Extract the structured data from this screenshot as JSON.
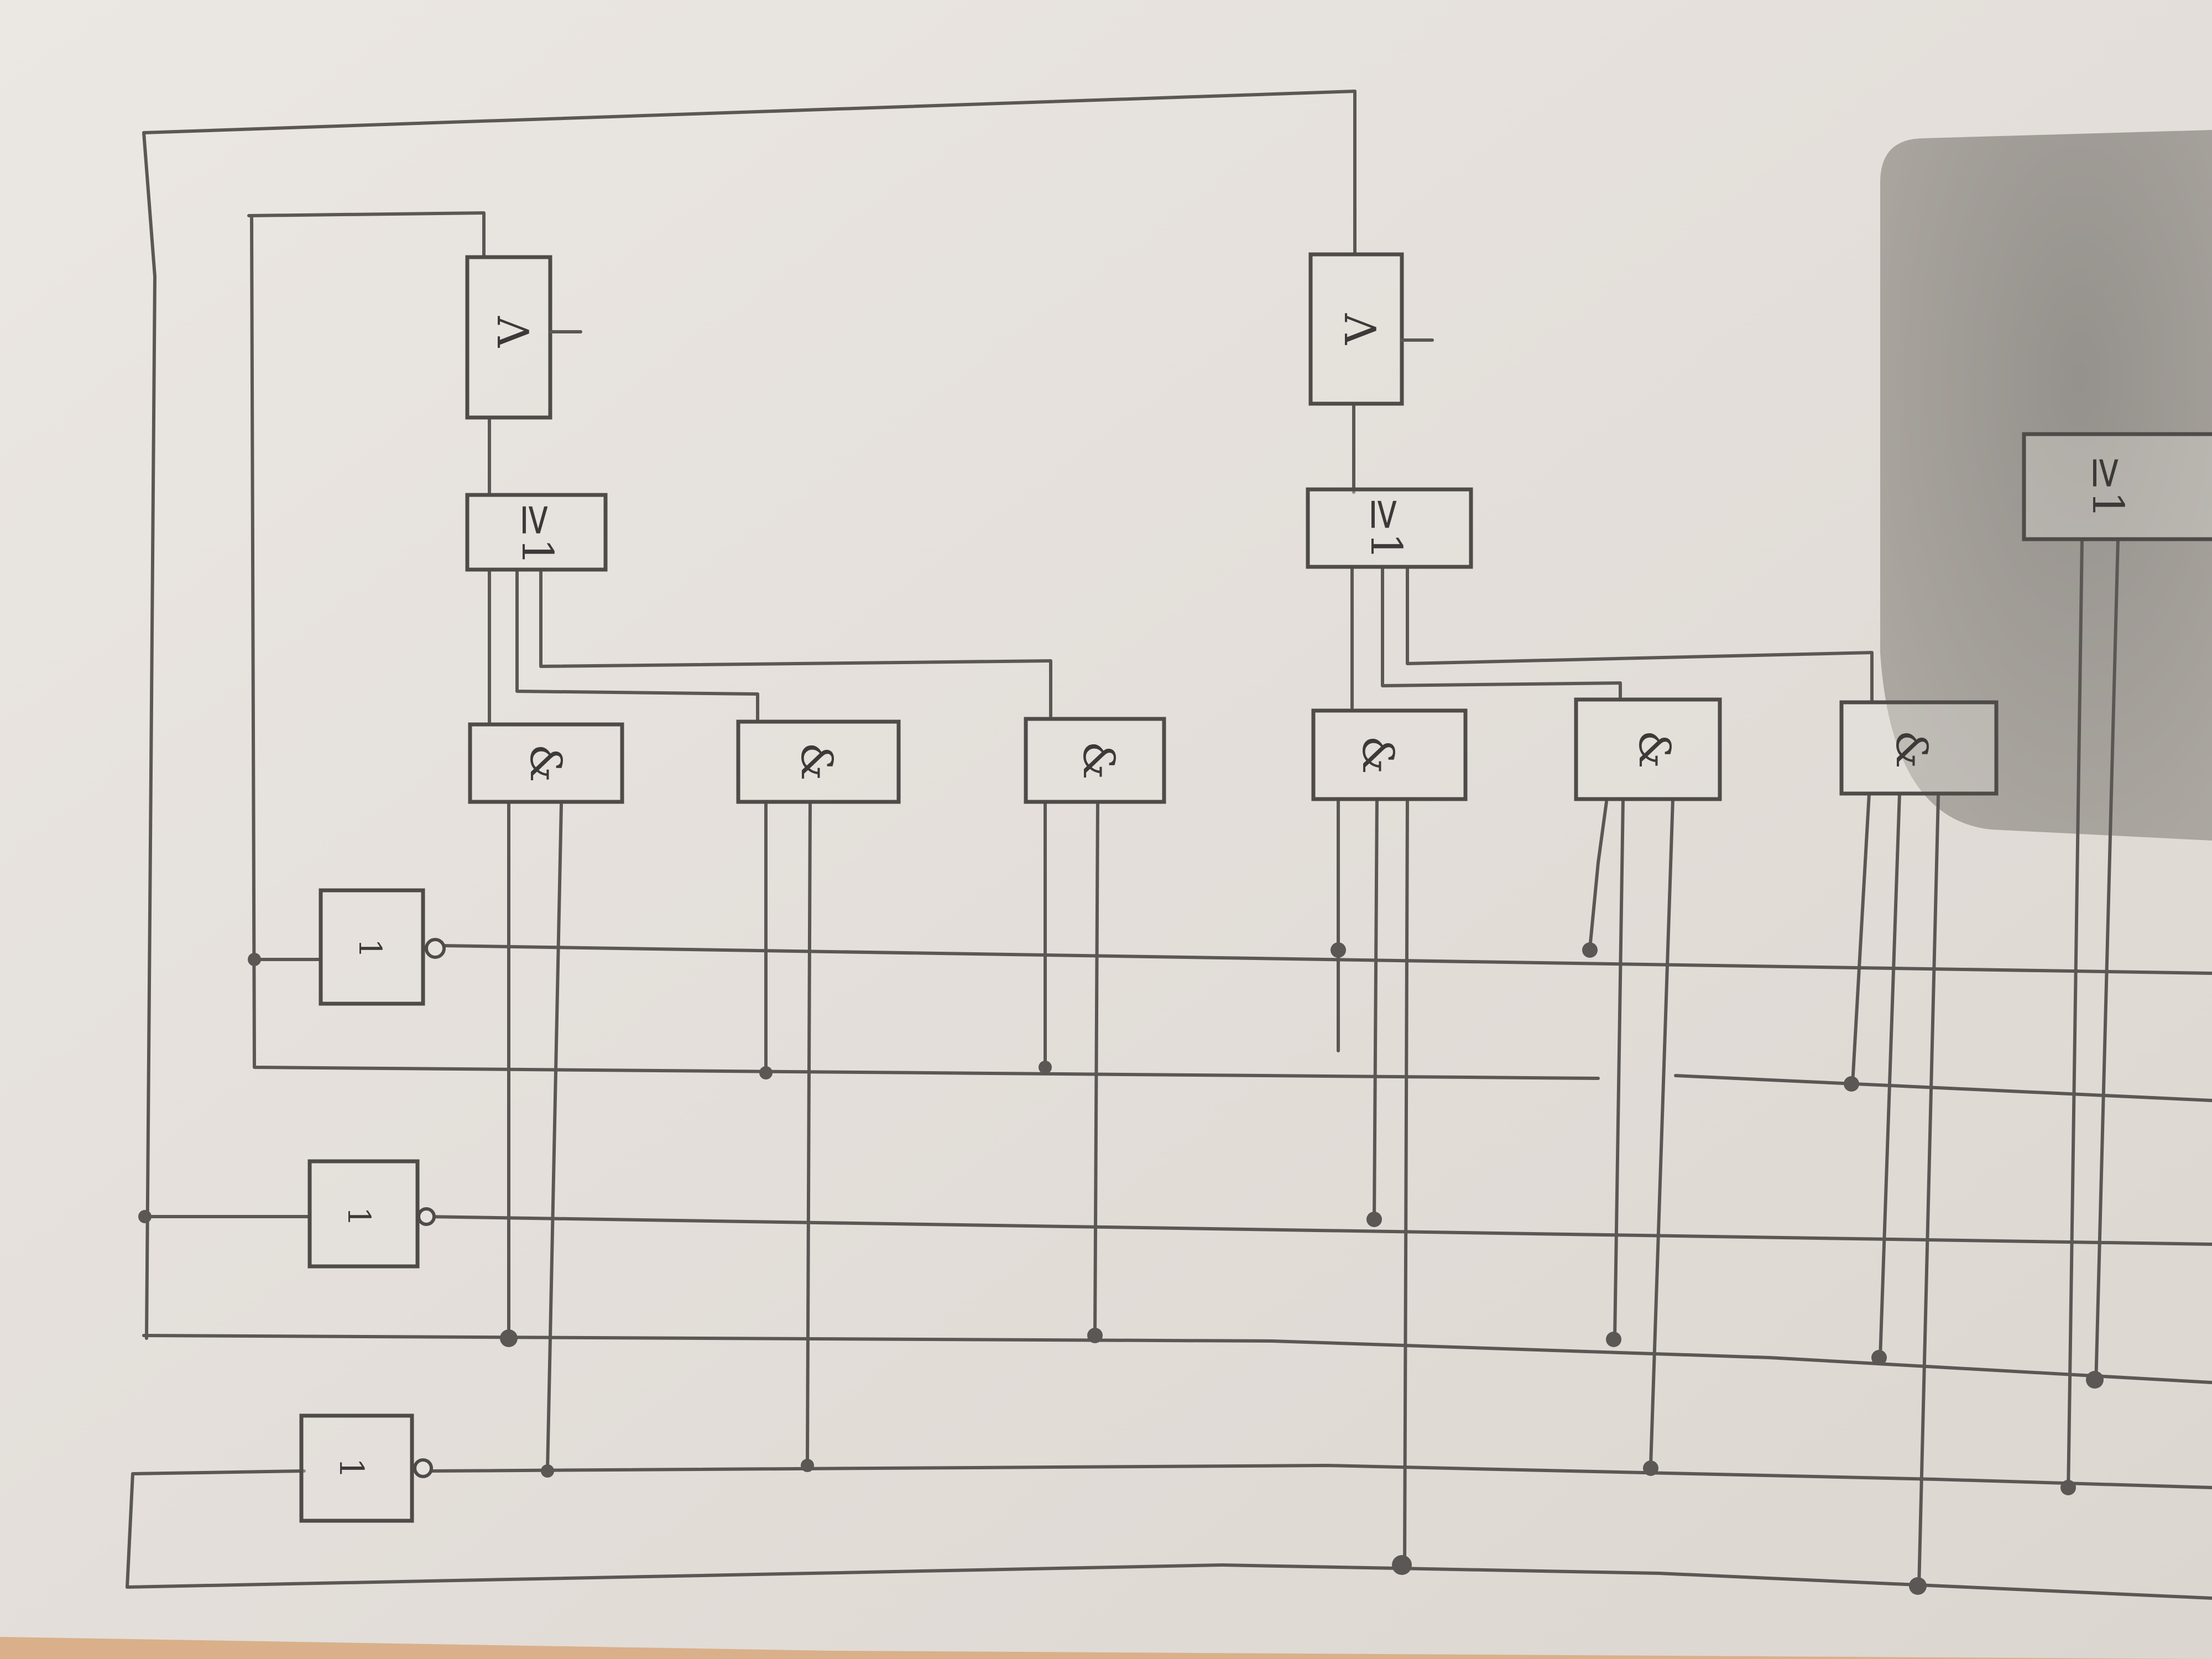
{
  "diagram": {
    "type": "logic-circuit-sketch",
    "paper_color": "#e8e4e0",
    "shadow_color": "#9c9791",
    "ink_color": "#5a5755",
    "gates": {
      "d_flipflop_1": {
        "symbol": "Λ",
        "icon": "d-trigger"
      },
      "d_flipflop_2": {
        "symbol": "Λ",
        "icon": "d-trigger"
      },
      "or_1": {
        "symbol": "≥1"
      },
      "or_2": {
        "symbol": "≥1"
      },
      "or_3": {
        "symbol": "≥1"
      },
      "and_1": {
        "symbol": "&"
      },
      "and_2": {
        "symbol": "&"
      },
      "and_3": {
        "symbol": "&"
      },
      "and_4": {
        "symbol": "&"
      },
      "and_5": {
        "symbol": "&"
      },
      "and_6": {
        "symbol": "&"
      },
      "not_1": {
        "symbol": "1"
      },
      "not_2": {
        "symbol": "1"
      },
      "not_3": {
        "symbol": "1"
      }
    }
  }
}
